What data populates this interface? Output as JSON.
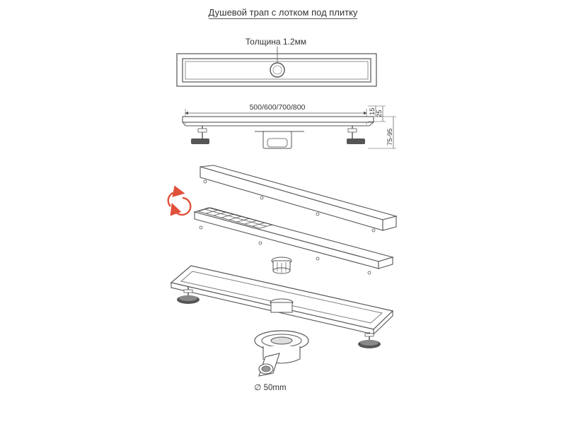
{
  "title": "Душевой трап с лотком под плитку",
  "labels": {
    "thickness": "Толщина 1.2мм",
    "length": "500/600/700/800",
    "dim_15": "15",
    "dim_25": "25",
    "dim_height": "75-95",
    "diameter": "∅ 50mm"
  },
  "colors": {
    "line": "#555555",
    "rotate_arrow": "#e0513a"
  },
  "icons": {
    "rotate": "rotate-icon"
  }
}
